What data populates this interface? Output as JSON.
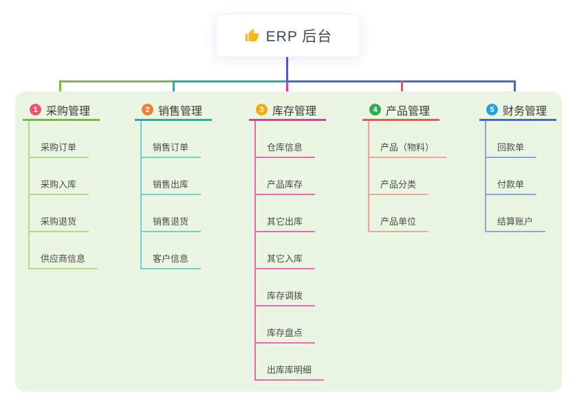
{
  "root": {
    "title": "ERP 后台",
    "icon": "thumbs-up-icon"
  },
  "connector_colors": {
    "trunk": "#4f5ad2",
    "green": "#7cb73e",
    "teal": "#16b3ac",
    "blue": "#4565d6",
    "magenta": "#dd3c9e",
    "red": "#f1534f"
  },
  "panel_color": "#eaf6e2",
  "branches": [
    {
      "badge": "1",
      "label": "采购管理",
      "badge_color": "#f4516c",
      "line_color": "#7cb73e",
      "child_line_color": "#b2d88a",
      "children": [
        "采购订单",
        "采购入库",
        "采购退货",
        "供应商信息"
      ]
    },
    {
      "badge": "2",
      "label": "销售管理",
      "badge_color": "#f27d3a",
      "line_color": "#16b3ac",
      "child_line_color": "#6fd1c7",
      "children": [
        "销售订单",
        "销售出库",
        "销售退货",
        "客户信息"
      ]
    },
    {
      "badge": "3",
      "label": "库存管理",
      "badge_color": "#f8ab0c",
      "line_color": "#dd3c9e",
      "child_line_color": "#f063b7",
      "children": [
        "仓库信息",
        "产品库存",
        "其它出库",
        "其它入库",
        "库存调拨",
        "库存盘点",
        "出库库明细"
      ]
    },
    {
      "badge": "4",
      "label": "产品管理",
      "badge_color": "#2fac4f",
      "line_color": "#f1534f",
      "child_line_color": "#f9a09b",
      "children": [
        "产品（物料）",
        "产品分类",
        "产品单位"
      ]
    },
    {
      "badge": "5",
      "label": "财务管理",
      "badge_color": "#24a0e9",
      "line_color": "#4167d6",
      "child_line_color": "#8aa3e2",
      "children": [
        "回款单",
        "付款单",
        "结算账户"
      ]
    }
  ]
}
